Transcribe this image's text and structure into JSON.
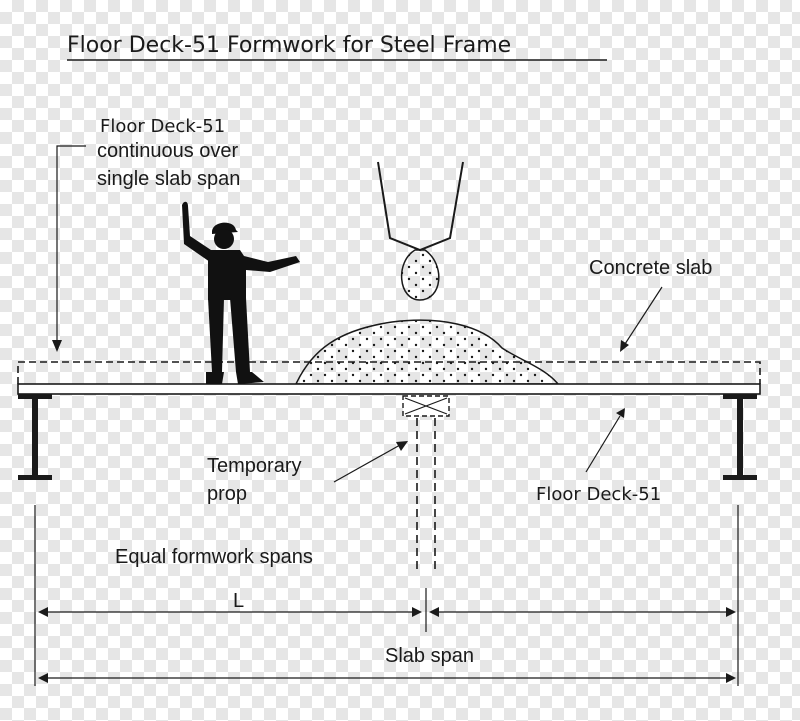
{
  "title": "Floor Deck-51 Formwork for Steel Frame",
  "labels": {
    "deck_callout_line1": "Floor Deck-51",
    "deck_callout_line2": "continuous over",
    "deck_callout_line3": "single slab span",
    "concrete_slab": "Concrete slab",
    "temporary_prop_line1": "Temporary",
    "temporary_prop_line2": "prop",
    "floor_deck": "Floor Deck-51",
    "equal_spans": "Equal formwork spans",
    "span_L": "L",
    "slab_span": "Slab span"
  },
  "colors": {
    "ink": "#1a1a1a",
    "background_checker": "#e6e6e6"
  },
  "icons": {
    "worker": "worker-silhouette-icon",
    "concrete_drop": "concrete-drop-icon"
  }
}
